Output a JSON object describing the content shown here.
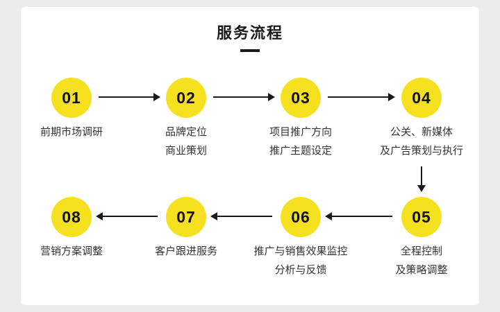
{
  "title": "服务流程",
  "steps": [
    {
      "number": "01",
      "line1": "前期市场调研",
      "line2": ""
    },
    {
      "number": "02",
      "line1": "品牌定位",
      "line2": "商业策划"
    },
    {
      "number": "03",
      "line1": "项目推广方向",
      "line2": "推广主题设定"
    },
    {
      "number": "04",
      "line1": "公关、新媒体",
      "line2": "及广告策划与执行"
    },
    {
      "number": "05",
      "line1": "全程控制",
      "line2": "及策略调整"
    },
    {
      "number": "06",
      "line1": "推广与销售效果监控",
      "line2": "分析与反馈"
    },
    {
      "number": "07",
      "line1": "客户跟进服务",
      "line2": ""
    },
    {
      "number": "08",
      "line1": "营销方案调整",
      "line2": ""
    }
  ],
  "colors": {
    "background": "#ECECEC",
    "card": "#FFFFFF",
    "circle_fill": "#F6E120",
    "number_text": "#111111",
    "label_text": "#333333",
    "arrow": "#1A1A1A"
  }
}
